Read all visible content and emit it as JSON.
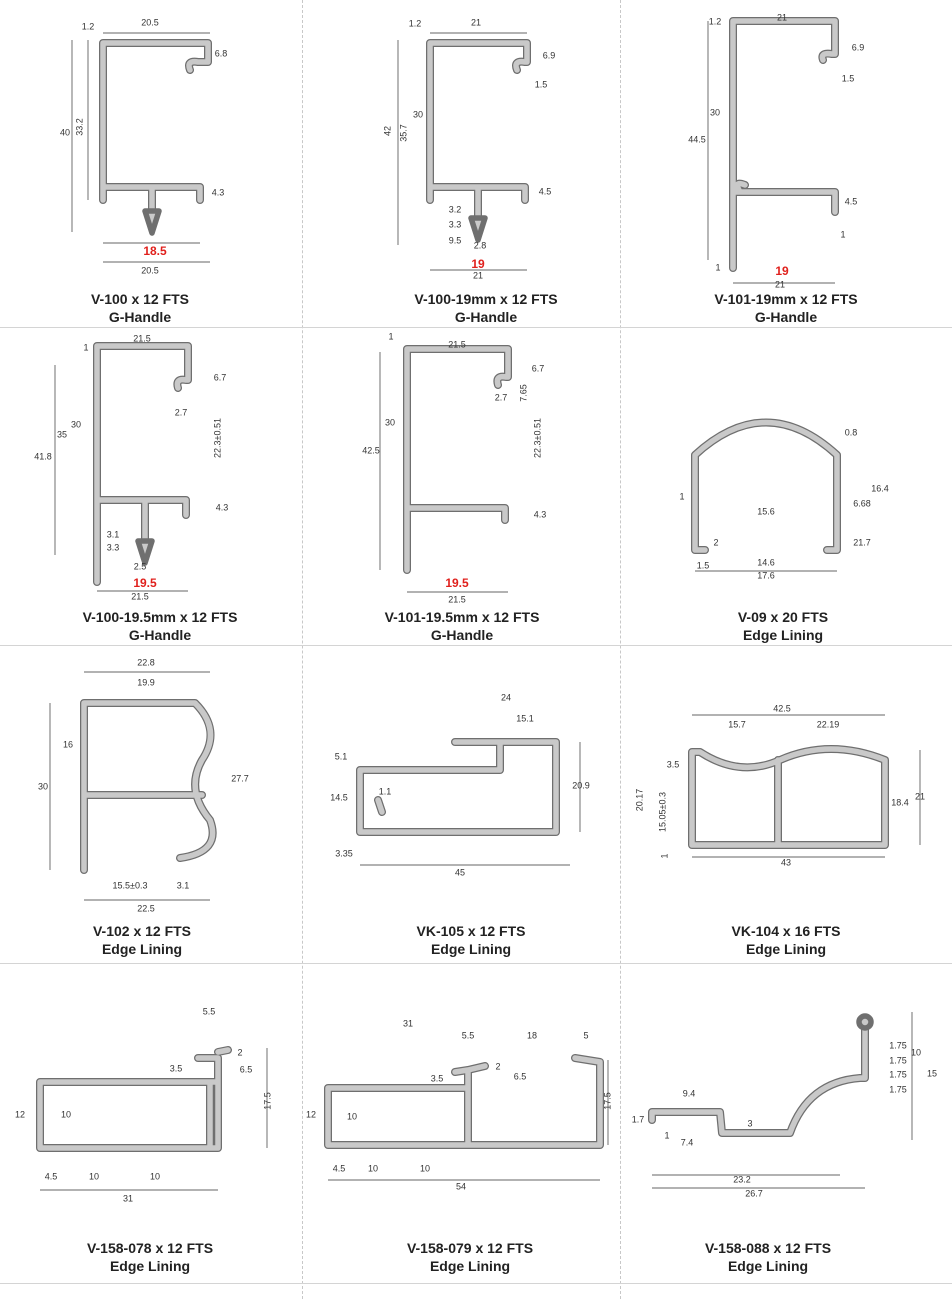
{
  "cells": [
    {
      "title": "V-100 x 12 FTS",
      "subtitle": "G-Handle",
      "key_width": "18.5",
      "dims": [
        "1.2",
        "20.5",
        "6.8",
        "40",
        "33.2",
        "4.3",
        "20.5"
      ]
    },
    {
      "title": "V-100-19mm x 12 FTS",
      "subtitle": "G-Handle",
      "key_width": "19",
      "dims": [
        "1.2",
        "21",
        "6.9",
        "1.5",
        "42",
        "35.7",
        "30",
        "4.5",
        "3.2",
        "3.3",
        "9.5",
        "2.8",
        "21"
      ]
    },
    {
      "title": "V-101-19mm x 12 FTS",
      "subtitle": "G-Handle",
      "key_width": "19",
      "dims": [
        "1.2",
        "21",
        "6.9",
        "1.5",
        "30",
        "44.5",
        "4.5",
        "1",
        "1",
        "21"
      ]
    },
    {
      "title": "V-100-19.5mm x 12 FTS",
      "subtitle": "G-Handle",
      "key_width": "19.5",
      "dims": [
        "1",
        "21.5",
        "6.7",
        "2.7",
        "22.3±0.51",
        "35",
        "30",
        "41.8",
        "4.3",
        "3.1",
        "3.3",
        "2.5",
        "21.5"
      ]
    },
    {
      "title": "V-101-19.5mm x 12 FTS",
      "subtitle": "G-Handle",
      "key_width": "19.5",
      "dims": [
        "1",
        "21.5",
        "6.7",
        "2.7",
        "7.65",
        "22.3±0.51",
        "30",
        "42.5",
        "4.3",
        "21.5"
      ]
    },
    {
      "title": "V-09 x 20 FTS",
      "subtitle": "Edge Lining",
      "key_width": null,
      "dims": [
        "0.8",
        "16.4",
        "1",
        "15.6",
        "6.68",
        "2",
        "21.7",
        "14.6",
        "1.5",
        "17.6"
      ]
    },
    {
      "title": "V-102 x 12 FTS",
      "subtitle": "Edge Lining",
      "key_width": null,
      "dims": [
        "22.8",
        "19.9",
        "16",
        "30",
        "27.7",
        "15.5±0.3",
        "3.1",
        "22.5"
      ]
    },
    {
      "title": "VK-105 x 12 FTS",
      "subtitle": "Edge Lining",
      "key_width": null,
      "dims": [
        "24",
        "15.1",
        "5.1",
        "20.9",
        "14.5",
        "1.1",
        "3.35",
        "45"
      ]
    },
    {
      "title": "VK-104 x 16 FTS",
      "subtitle": "Edge Lining",
      "key_width": null,
      "dims": [
        "42.5",
        "15.7",
        "22.19",
        "3.5",
        "20.17",
        "15.05±0.3",
        "18.4",
        "21",
        "1",
        "43"
      ]
    },
    {
      "title": "V-158-078 x 12 FTS",
      "subtitle": "Edge Lining",
      "key_width": null,
      "dims": [
        "5.5",
        "2",
        "3.5",
        "6.5",
        "17.5",
        "12",
        "10",
        "4.5",
        "10",
        "10",
        "31"
      ]
    },
    {
      "title": "V-158-079 x 12 FTS",
      "subtitle": "Edge Lining",
      "key_width": null,
      "dims": [
        "31",
        "5.5",
        "18",
        "5",
        "2",
        "6.5",
        "3.5",
        "17.5",
        "12",
        "10",
        "4.5",
        "10",
        "10",
        "54"
      ]
    },
    {
      "title": "V-158-088 x 12 FTS",
      "subtitle": "Edge Lining",
      "key_width": null,
      "dims": [
        "9.4",
        "1.75",
        "1.75",
        "1.75",
        "1.75",
        "10",
        "15",
        "1.7",
        "3",
        "1",
        "7.4",
        "23.2",
        "26.7"
      ]
    }
  ]
}
